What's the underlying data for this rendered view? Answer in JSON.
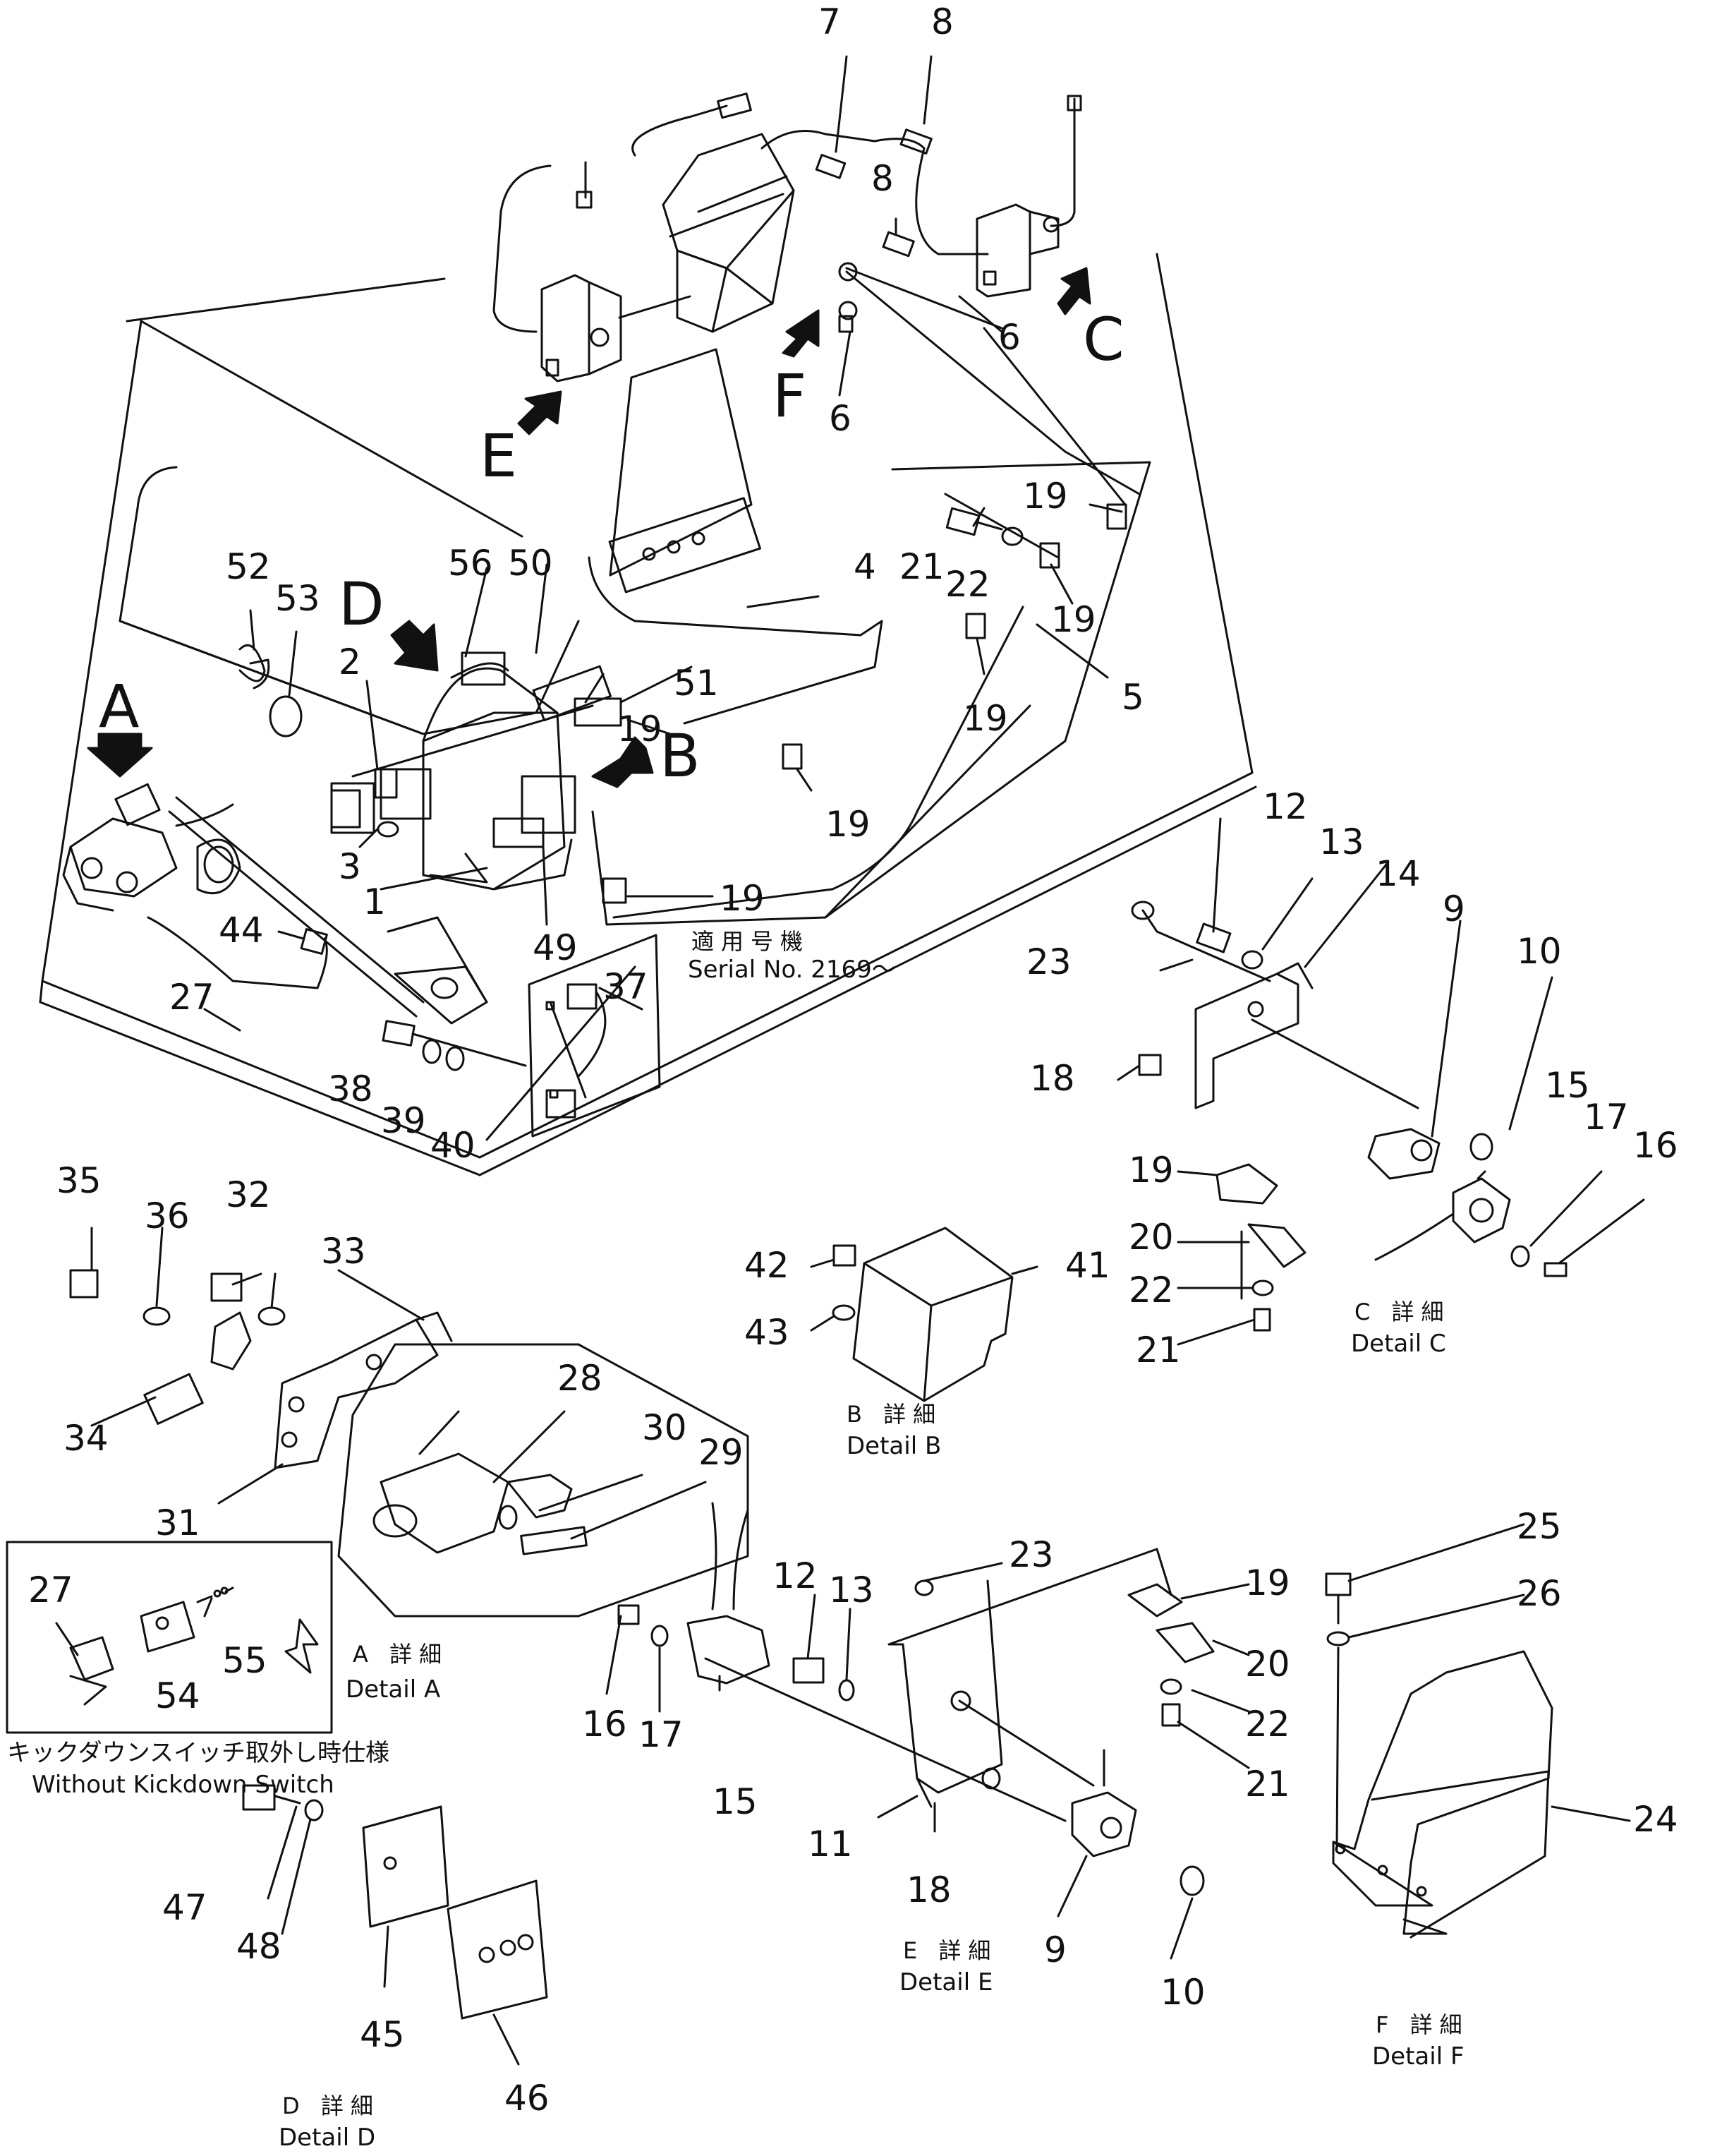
{
  "part_numbers": [
    "1",
    "2",
    "3",
    "4",
    "5",
    "6",
    "7",
    "8",
    "9",
    "10",
    "11",
    "12",
    "13",
    "14",
    "15",
    "16",
    "17",
    "18",
    "19",
    "20",
    "21",
    "22",
    "23",
    "24",
    "25",
    "26",
    "27",
    "28",
    "29",
    "30",
    "31",
    "32",
    "33",
    "34",
    "35",
    "36",
    "37",
    "38",
    "39",
    "40",
    "41",
    "42",
    "43",
    "44",
    "45",
    "46",
    "47",
    "48",
    "49",
    "50",
    "51",
    "52",
    "53",
    "54",
    "55",
    "56"
  ],
  "view_arrows": {
    "a": "A",
    "b": "B",
    "c": "C",
    "d": "D",
    "e": "E",
    "f": "F"
  },
  "serial_note": {
    "jp": "適用号機",
    "en": "Serial No. 2169～"
  },
  "details": {
    "a": {
      "jp": "A 詳細",
      "en": "Detail A"
    },
    "b": {
      "jp": "B 詳細",
      "en": "Detail B"
    },
    "c": {
      "jp": "C 詳細",
      "en": "Detail C"
    },
    "d": {
      "jp": "D 詳細",
      "en": "Detail D"
    },
    "e": {
      "jp": "E 詳細",
      "en": "Detail E"
    },
    "f": {
      "jp": "F 詳細",
      "en": "Detail F"
    }
  },
  "without_kickdown": {
    "jp": "キックダウンスイッチ取外し時仕様",
    "en": "Without Kickdown Switch"
  },
  "line_color": "#111111"
}
